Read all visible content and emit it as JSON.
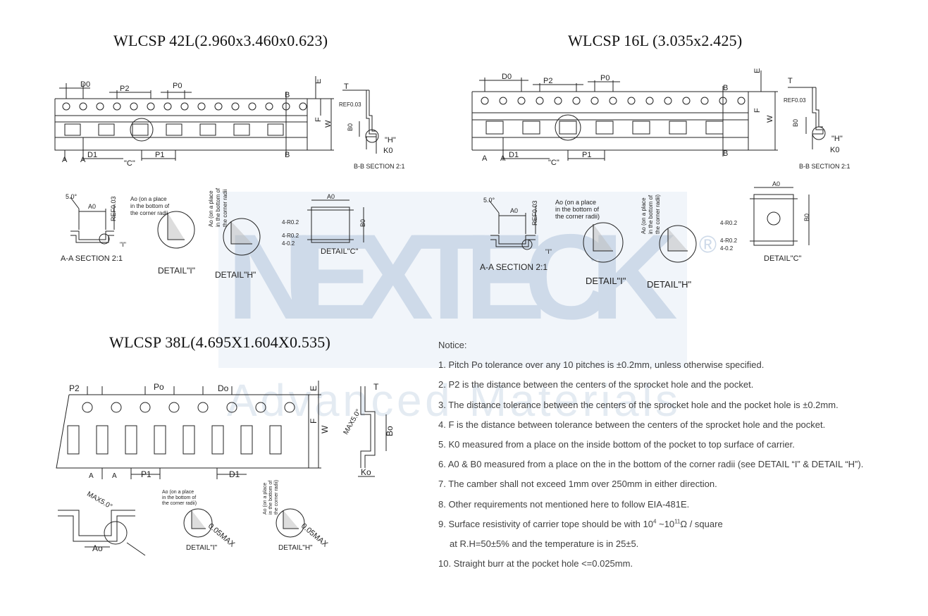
{
  "titles": {
    "wlcsp42": "WLCSP 42L(2.960x3.460x0.623)",
    "wlcsp16": "WLCSP 16L (3.035x2.425)",
    "wlcsp38": "WLCSP 38L(4.695X1.604X0.535)"
  },
  "watermark": {
    "brand": "NEXTECK",
    "tagline": "Advanced Materials",
    "registered": "®",
    "color": "#c9d6e6"
  },
  "labels": {
    "d0": "D0",
    "p2": "P2",
    "p0": "P0",
    "p1": "P1",
    "d1": "D1",
    "a": "A",
    "b": "B",
    "c": "\"C\"",
    "e": "E",
    "f": "F",
    "w": "W",
    "t": "T",
    "k0": "K0",
    "b0": "B0",
    "a0": "A0",
    "ref003": "REF0.03",
    "h_mark": "\"H\"",
    "i_mark": "\"I\"",
    "angle5": "5.0°",
    "bb_section": "B-B SECTION 2:1",
    "aa_section": "A-A SECTION 2:1",
    "detail_i": "DETAIL\"I\"",
    "detail_h": "DETAIL\"H\"",
    "detail_c": "DETAIL\"C\"",
    "ao_note_1": "Ao (on a place",
    "ao_note_2": "in the bottom of",
    "ao_note_3": "the corner radii",
    "ao_note_3b": "the corner radii)",
    "r02": "4-R0.2",
    "d02": "4-0.2",
    "po": "Po",
    "do": "Do",
    "ko": "Ko",
    "ao": "Ao",
    "bo": "Bo",
    "max5": "MAX5.0°",
    "max005": "0.05MAX"
  },
  "notice": {
    "heading": "Notice:",
    "items": [
      "1. Pitch Po tolerance over any 10 pitches is ±0.2mm, unless otherwise specified.",
      "2. P2 is the distance between the centers of the sprocket hole and the pocket.",
      "3. The distance tolerance between the centers of the sprocket hole and the pocket hole is ±0.2mm.",
      "4. F is the distance between tolerance between the centers of the sprocket hole and the pocket.",
      "5. K0 measured from a place on the inside bottom of the pocket to top surface of carrier.",
      "6. A0 & B0 measured from a place on the in the bottom of the corner radii (see DETAIL “I” & DETAIL “H”).",
      "7. The camber shall not exceed 1mm over 250mm in either direction.",
      "8. Other requirements not mentioned here to follow EIA-481E."
    ],
    "item9_prefix": "9. Surface resistivity of carrier tope should be with 10",
    "item9_exp1": "4",
    "item9_mid": " ~10",
    "item9_exp2": "11",
    "item9_suffix": "Ω / square",
    "item9_cont": "at R.H=50±5% and the temperature is in 25±5.",
    "item10": "10. Straight burr at the pocket hole <=0.025mm."
  }
}
